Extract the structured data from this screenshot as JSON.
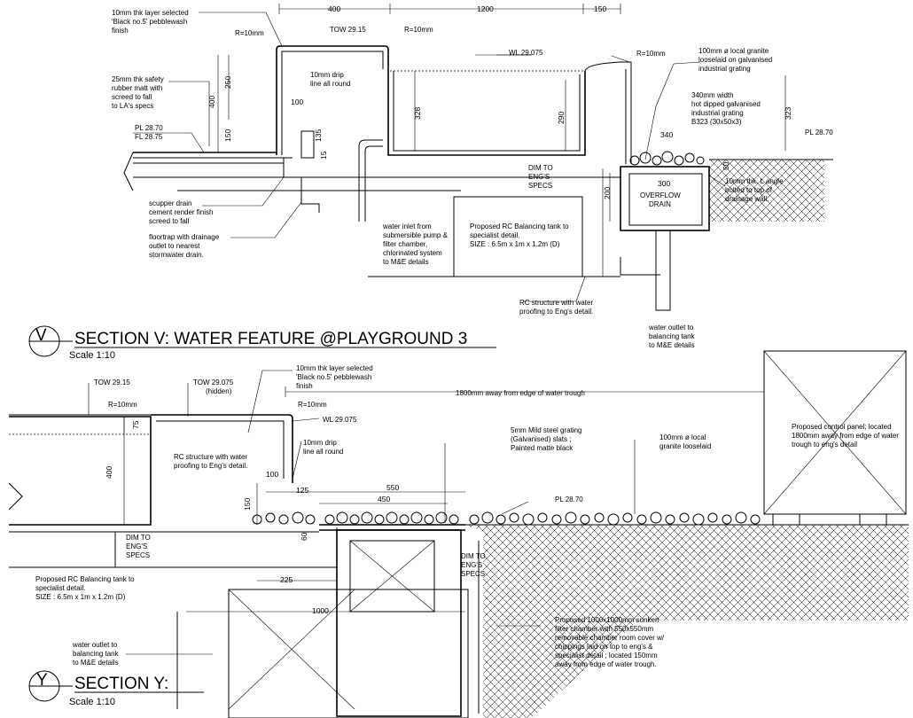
{
  "section_v": {
    "title": "SECTION V: WATER FEATURE @PLAYGROUND 3",
    "bubble": "V",
    "scale": "Scale 1:10",
    "labels": {
      "pebblewash_1": "10mm thk layer selected",
      "pebblewash_2": "'Black no.5' pebblewash",
      "pebblewash_3": "finish",
      "r10_left": "R=10mm",
      "tow": "TOW  29.15",
      "r10_mid": "R=10mm",
      "wl": "WL 29.075",
      "r10_right": "R=10mm",
      "drip_1": "10mm drip",
      "drip_2": "line all round",
      "rubber_1": "25mm thk safety",
      "rubber_2": "rubber matt with",
      "rubber_3": "screed to fall",
      "rubber_4": "to LA's specs",
      "pl": "PL 28.70",
      "fl": "FL 28.75",
      "granite_1": "100mm ø local granite",
      "granite_2": "looselaid on galvanised",
      "granite_3": "industrial grating",
      "grating_1": "340mm width",
      "grating_2": "hot dipped galvanised",
      "grating_3": "industrial grating",
      "grating_4": "B323 (30x50x3)",
      "pl_right": "PL 28.70",
      "dim_eng_1": "DIM TO",
      "dim_eng_2": "ENG'S",
      "dim_eng_3": "SPECS",
      "overflow_1": "OVERFLOW",
      "overflow_2": "DRAIN",
      "angle_1": "10mm thk. L angle",
      "angle_2": "bolted to top of",
      "angle_3": "drainage wall.",
      "scupper_1": "scupper drain",
      "scupper_2": "cement render finish",
      "scupper_3": "screed to fall",
      "floortrap_1": "floortrap with drainage",
      "floortrap_2": "outlet to nearest",
      "floortrap_3": "stormwater drain.",
      "inlet_1": "water inlet from",
      "inlet_2": "submersible pump &",
      "inlet_3": "filter chamber,",
      "inlet_4": "chlorinated system",
      "inlet_5": "to M&E details",
      "tank_1": "Proposed RC Balancing tank to",
      "tank_2": "specialist detail.",
      "tank_3": "SIZE : 6.5m x 1m x 1.2m (D)",
      "rc_1": "RC structure with water",
      "rc_2": "proofing to Eng's detail.",
      "outlet_1": "water outlet to",
      "outlet_2": "balancing tank",
      "outlet_3": "to M&E details"
    },
    "dims": {
      "d400_top": "400",
      "d1200": "1200",
      "d150": "150",
      "d250": "250",
      "d400_left": "400",
      "d150_left": "150",
      "d100": "100",
      "d135": "135",
      "d15": "15",
      "d328": "328",
      "d290": "290",
      "d340": "340",
      "d323": "323",
      "d300": "300",
      "d200": "200",
      "d50": "50"
    }
  },
  "section_y": {
    "title": "SECTION Y:",
    "bubble": "Y",
    "scale": "Scale 1:10",
    "labels": {
      "tow": "TOW  29.15",
      "tow_hidden_1": "TOW  29.075",
      "tow_hidden_2": "(hidden)",
      "pebblewash_1": "10mm thk layer selected",
      "pebblewash_2": "'Black no.5' pebblewash",
      "pebblewash_3": "finish",
      "r10_left": "R=10mm",
      "r10_right": "R=10mm",
      "wl": "WL 29.075",
      "distance": "1800mm away from edge of water trough",
      "rc_1": "RC structure with water",
      "rc_2": "proofing to Eng's detail.",
      "drip_1": "10mm drip",
      "drip_2": "line all round",
      "steel_1": "5mm Mild steel grating",
      "steel_2": "(Galvanised) slats ;",
      "steel_3": "Painted matte black",
      "granite_1": "100mm ø local",
      "granite_2": "granite looselaid",
      "control_1": "Proposed control panel; located",
      "control_2": "1800mm away from edge of water",
      "control_3": "trough to eng's detail",
      "pl": "PL 28.70",
      "dim_eng_a_1": "DIM TO",
      "dim_eng_a_2": "ENG'S",
      "dim_eng_a_3": "SPECS",
      "dim_eng_b_1": "DIM TO",
      "dim_eng_b_2": "ENG'S",
      "dim_eng_b_3": "SPECS",
      "tank_1": "Proposed RC Balancing tank to",
      "tank_2": "specialist detail.",
      "tank_3": "SIZE : 6.5m x 1m x 1.2m (D)",
      "outlet_1": "water outlet to",
      "outlet_2": "balancing tank",
      "outlet_3": "to M&E details",
      "filter_1": "Proposed 1000x1000mm  sunken",
      "filter_2": "filter chamber with 550x550mm",
      "filter_3": "removable chamber room cover w/",
      "filter_4": "chippings laid on top to eng's &",
      "filter_5": "specialist detail ; located 150mm",
      "filter_6": "away from edge of water trough."
    },
    "dims": {
      "d75": "75",
      "d400": "400",
      "d100": "100",
      "d125": "125",
      "d550": "550",
      "d450": "450",
      "d150": "150",
      "d60": "60",
      "d225": "225",
      "d1000": "1000"
    }
  }
}
